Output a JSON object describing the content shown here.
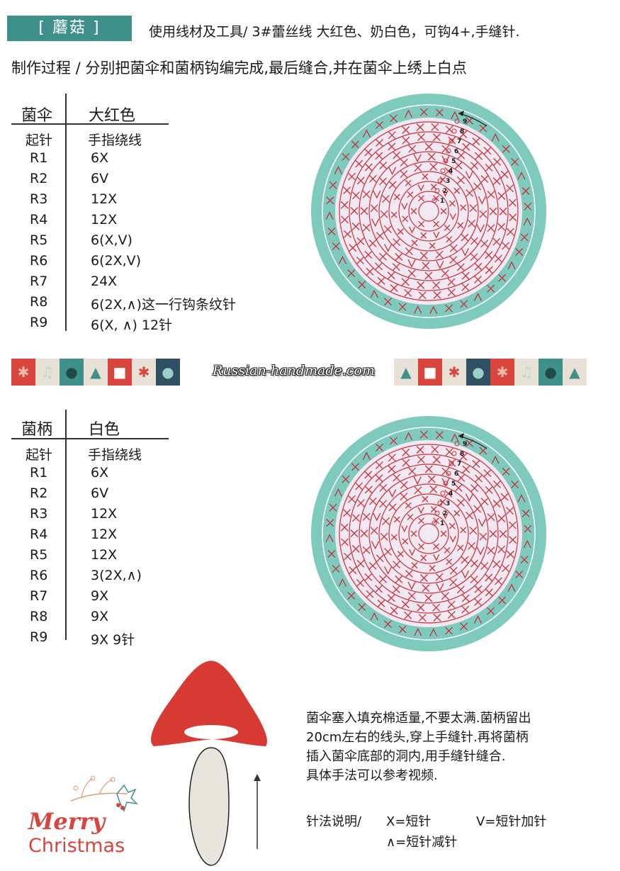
{
  "header": {
    "tag": "[ 蘑菇 ]",
    "materials": "使用线材及工具/  3#蕾丝线  大红色、奶白色，可钩4+,手缝针.",
    "process": "制作过程 / 分别把菌伞和菌柄钩编完成,最后缝合,并在菌伞上绣上白点"
  },
  "cap": {
    "name": "菌伞",
    "color": "大红色",
    "rows": [
      {
        "label": "起针",
        "value": "手指绕线"
      },
      {
        "label": "R1",
        "value": "6X"
      },
      {
        "label": "R2",
        "value": "6V"
      },
      {
        "label": "R3",
        "value": "12X"
      },
      {
        "label": "R4",
        "value": "12X"
      },
      {
        "label": "R5",
        "value": "6(X,V)"
      },
      {
        "label": "R6",
        "value": "6(2X,V)"
      },
      {
        "label": "R7",
        "value": "24X"
      },
      {
        "label": "R8",
        "value": "6(2X,∧)这一行钩条纹针"
      },
      {
        "label": "R9",
        "value": "6(X, ∧)       12针"
      }
    ]
  },
  "stem": {
    "name": "菌柄",
    "color": "白色",
    "rows": [
      {
        "label": "起针",
        "value": "手指绕线"
      },
      {
        "label": "R1",
        "value": "6X"
      },
      {
        "label": "R2",
        "value": "6V"
      },
      {
        "label": "R3",
        "value": "12X"
      },
      {
        "label": "R4",
        "value": "12X"
      },
      {
        "label": "R5",
        "value": "12X"
      },
      {
        "label": "R6",
        "value": "3(2X,∧)"
      },
      {
        "label": "R7",
        "value": "9X"
      },
      {
        "label": "R8",
        "value": "9X"
      },
      {
        "label": "R9",
        "value": "9X     9针"
      }
    ]
  },
  "diagram_round_numbers": [
    "1",
    "2",
    "3",
    "4",
    "5",
    "6",
    "7",
    "8",
    "9"
  ],
  "banner": {
    "watermark": "Russian-handmade.com"
  },
  "assembly": {
    "lines": [
      "菌伞塞入填充棉适量,不要太满.菌柄留出",
      "20cm左右的线头,穿上手缝针.再将菌柄",
      "插入菌伞底部的洞内,用手缝针缝合.",
      "具体手法可以参考视频."
    ]
  },
  "legend": {
    "label": "针法说明/",
    "x": "X=短针",
    "v": "V=短针加针",
    "dec": "∧=短针减针"
  },
  "greeting": {
    "merry": "Merry",
    "christmas": "Christmas"
  },
  "colors": {
    "teal": "#7ecbbd",
    "tag_bg": "#3f8f8a",
    "red": "#d63a33",
    "cream": "#e9e5dc",
    "ring": "#c8313a"
  }
}
